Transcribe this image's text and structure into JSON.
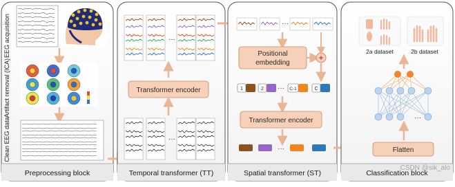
{
  "panels": {
    "preprocessing": {
      "label": "Preprocessing block"
    },
    "temporal": {
      "label": "Temporal transformer (TT)"
    },
    "spatial": {
      "label": "Spatial transformer (ST)"
    },
    "classification": {
      "label": "Classification block"
    }
  },
  "preprocessing": {
    "steps": [
      "EEG acquisition",
      "Artifact removal (ICA)",
      "Clean EEG data"
    ]
  },
  "temporal": {
    "encoder": "Transformer encoder",
    "ellipsis": "···"
  },
  "spatial": {
    "positional": "Positional\nembedding",
    "positional_line1": "Positional",
    "positional_line2": "embedding",
    "encoder": "Transformer encoder",
    "tokens": [
      "1",
      "2",
      "C-1",
      "C"
    ],
    "plus": "+",
    "ellipsis": "···"
  },
  "classification": {
    "dataset_a": "2a dataset",
    "dataset_b": "2b dataset",
    "flatten": "Flatten",
    "ellipsis": "···"
  },
  "watermark": "CSDN @sik_alo",
  "colors": {
    "panel_fill": "#f0f0f0",
    "box_fill": "#f6d0b8",
    "box_stroke": "#d08a5c",
    "arrow": "#eab592",
    "token_brown": "#8c5221",
    "token_purple": "#9566c6",
    "token_orange": "#f0851f",
    "token_blue": "#2f78b8",
    "node_blue": "#b8d4f0",
    "node_orange": "#f0852a"
  }
}
